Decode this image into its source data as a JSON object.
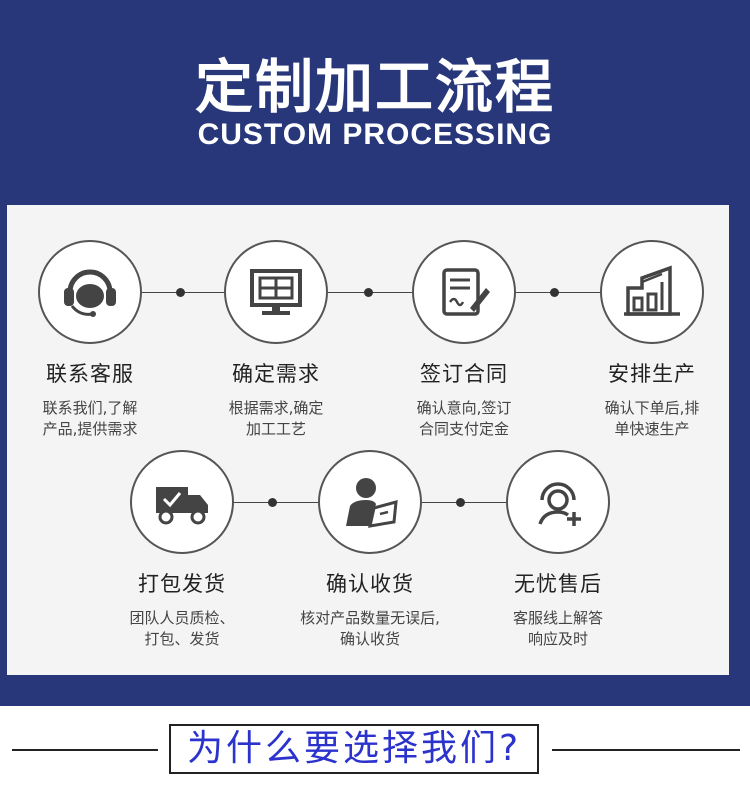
{
  "header": {
    "title": "定制加工流程",
    "subtitle": "CUSTOM PROCESSING"
  },
  "steps_row1": [
    {
      "title": "联系客服",
      "desc": "联系我们,了解\n产品,提供需求",
      "icon": "headset-icon"
    },
    {
      "title": "确定需求",
      "desc": "根据需求,确定\n加工工艺",
      "icon": "monitor-icon"
    },
    {
      "title": "签订合同",
      "desc": "确认意向,签订\n合同支付定金",
      "icon": "contract-sign-icon"
    },
    {
      "title": "安排生产",
      "desc": "确认下单后,排\n单快速生产",
      "icon": "factory-icon"
    }
  ],
  "steps_row2": [
    {
      "title": "打包发货",
      "desc": "团队人员质检、\n打包、发货",
      "icon": "delivery-truck-icon"
    },
    {
      "title": "确认收货",
      "desc": "核对产品数量无误后,\n确认收货",
      "icon": "person-signing-icon"
    },
    {
      "title": "无忧售后",
      "desc": "客服线上解答\n响应及时",
      "icon": "support-plus-icon"
    }
  ],
  "footer": {
    "why_label": "为什么要选择我们?"
  },
  "colors": {
    "banner": "#27377a",
    "accent_text": "#2b33cc"
  }
}
